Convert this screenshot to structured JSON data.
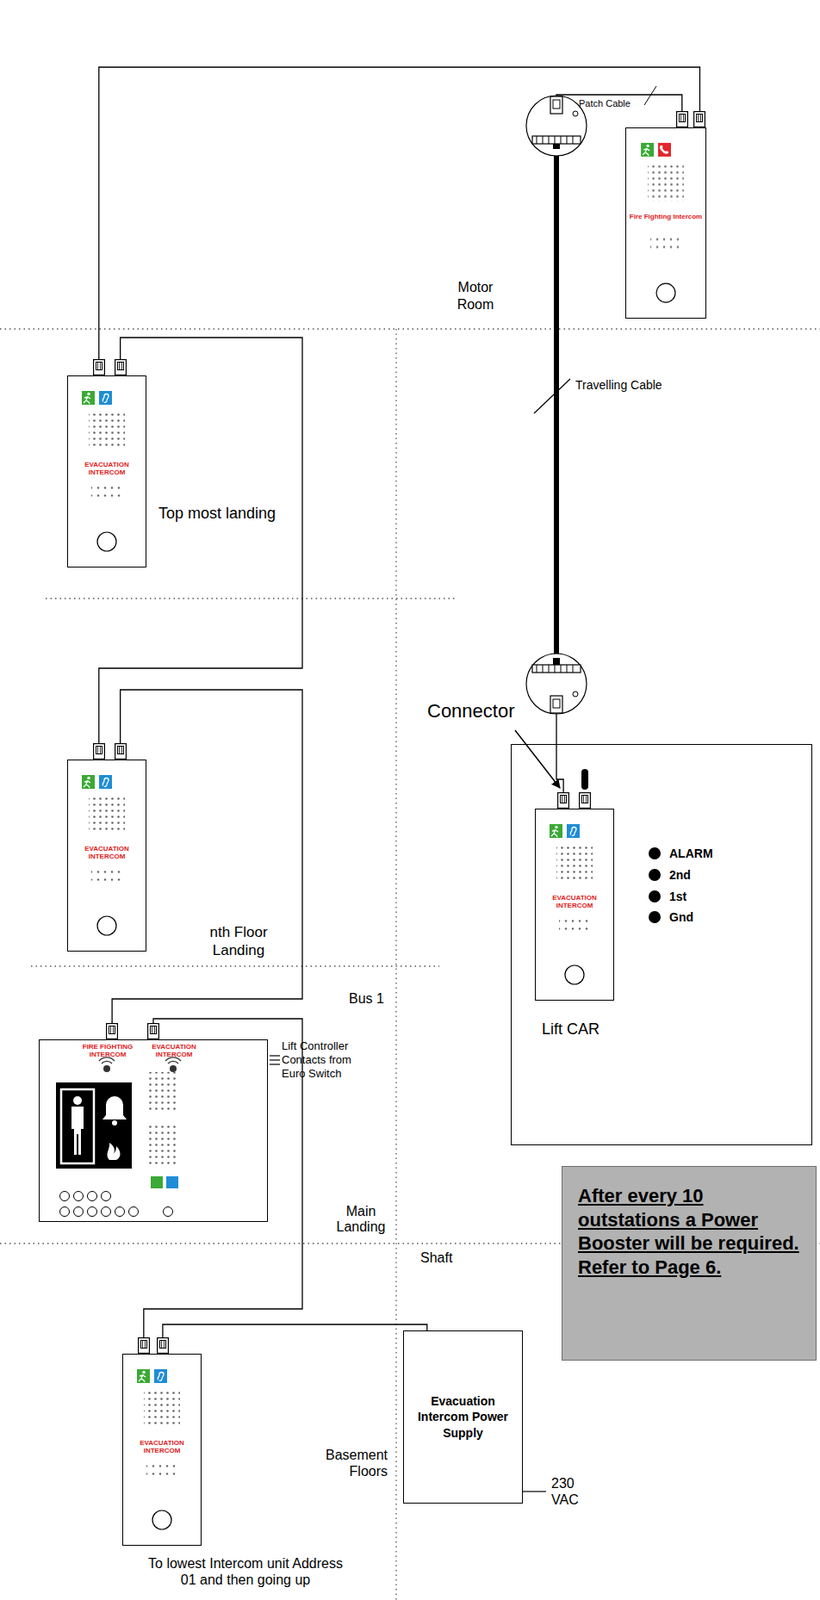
{
  "diagram": {
    "nodes": [
      {
        "text": [
          "Fire Fighting Intercom"
        ]
      },
      {
        "text": [
          "EVACUATION INTERCOM"
        ]
      },
      {
        "text": [
          "EVACUATION INTERCOM"
        ]
      },
      {
        "text": [
          "FIRE FIGHTING INTERCOM",
          "EVACUATION INTERCOM"
        ]
      },
      {
        "text": [
          "EVACUATION INTERCOM"
        ]
      },
      {
        "text": [
          "Evacuation Intercom Power Supply"
        ]
      },
      {
        "text": [
          "Lift CAR"
        ]
      },
      {
        "text": [
          "EVACUATION INTERCOM"
        ],
        "in": 6
      },
      {
        "text": [
          "After every 10 outstations a Power Booster will be required. Refer to Page 6."
        ]
      }
    ],
    "edges": [
      {
        "from": 1,
        "to": 0,
        "arrow": "none"
      },
      {
        "from": 1,
        "to": 2,
        "arrow": "none"
      },
      {
        "from": 2,
        "to": 3,
        "arrow": "none"
      },
      {
        "from": 3,
        "to": 4,
        "arrow": "none"
      },
      {
        "from": 5,
        "to": 4,
        "arrow": "none"
      },
      {
        "from": 0,
        "to": 7,
        "arrow": "none"
      }
    ],
    "labels": [
      "Patch Cable",
      "Motor Room",
      "Travelling Cable",
      "Top most landing",
      "Connector",
      "nth Floor Landing",
      "ALARM",
      "2nd",
      "1st",
      "Gnd",
      "Bus 1",
      "Lift Controller Contacts from Euro Switch",
      "Main Landing",
      "Shaft",
      "Basement Floors",
      "230 VAC",
      "To lowest Intercom unit Address 01 and then going up"
    ]
  }
}
